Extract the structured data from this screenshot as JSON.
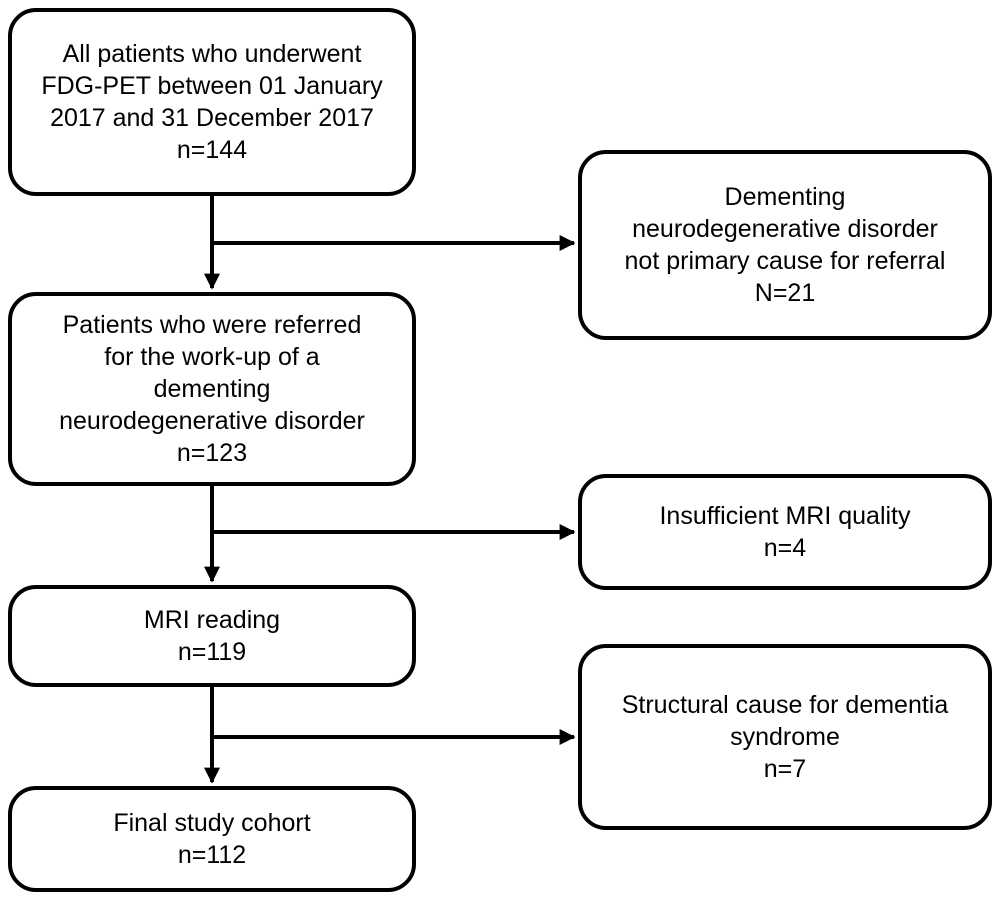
{
  "flowchart": {
    "main_steps": [
      {
        "lines": [
          "All patients who underwent",
          "FDG-PET between 01 January",
          "2017 and 31 December 2017"
        ],
        "count": "n=144"
      },
      {
        "lines": [
          "Patients who were referred",
          "for the work-up of a",
          "dementing",
          "neurodegenerative disorder"
        ],
        "count": "n=123"
      },
      {
        "lines": [
          "MRI reading"
        ],
        "count": "n=119"
      },
      {
        "lines": [
          "Final study cohort"
        ],
        "count": "n=112"
      }
    ],
    "exclusions": [
      {
        "lines": [
          "Dementing",
          "neurodegenerative disorder",
          "not primary cause for referral"
        ],
        "count": "N=21"
      },
      {
        "lines": [
          "Insufficient MRI quality"
        ],
        "count": "n=4"
      },
      {
        "lines": [
          "Structural cause for dementia",
          "syndrome"
        ],
        "count": "n=7"
      }
    ]
  }
}
